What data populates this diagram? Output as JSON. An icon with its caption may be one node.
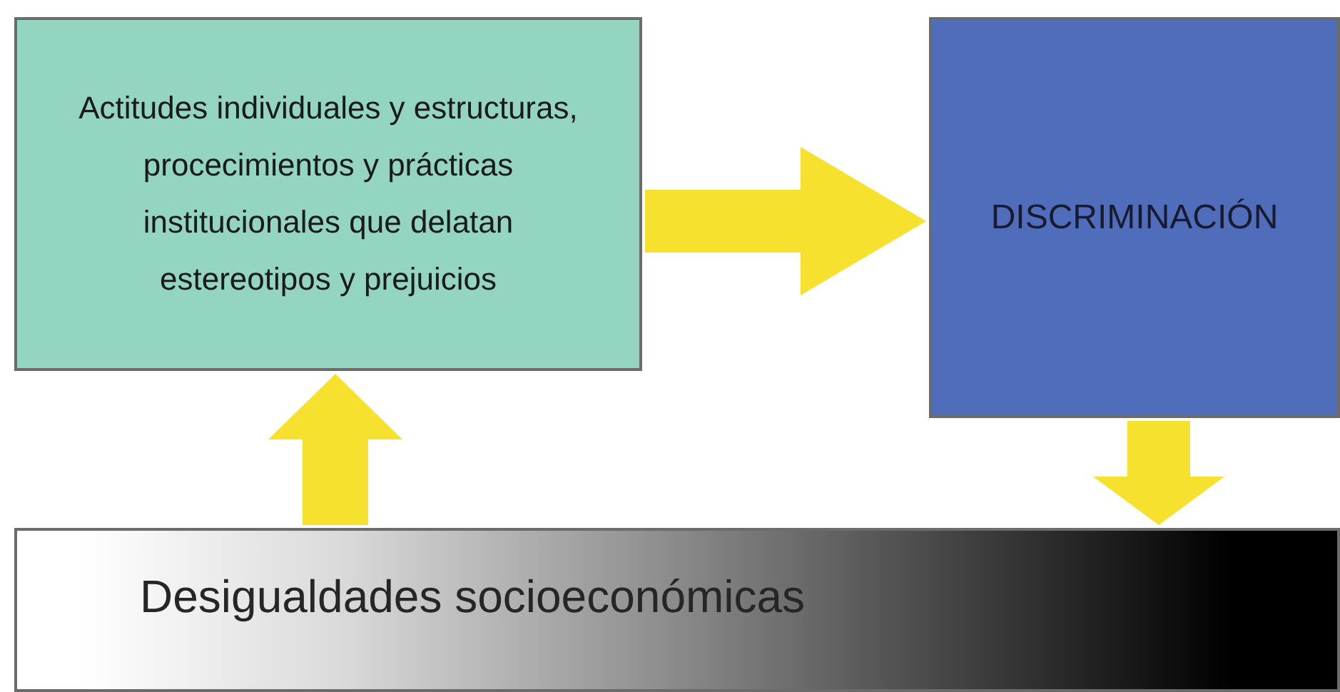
{
  "diagram": {
    "nodes": [
      {
        "text": [
          "Actitudes individuales y estructuras, procecimientos y prácticas institucionales que delatan estereotipos y prejuicios"
        ]
      },
      {
        "text": [
          "DISCRIMINACIÓN"
        ]
      },
      {
        "text": [
          "Desigualdades socioeconómicas"
        ]
      }
    ],
    "edges": [
      {
        "from": 0,
        "to": 1,
        "arrow": "to"
      },
      {
        "from": 1,
        "to": 2,
        "arrow": "to"
      },
      {
        "from": 2,
        "to": 0,
        "arrow": "to"
      }
    ]
  }
}
